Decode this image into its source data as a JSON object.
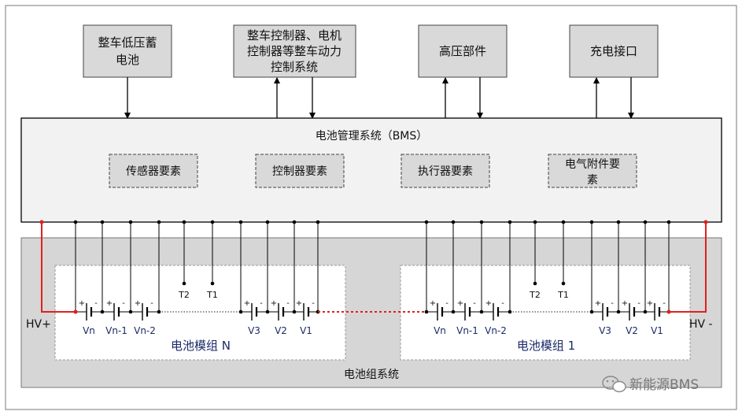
{
  "top_boxes": {
    "low_voltage_battery": [
      "整车低压蓄",
      "电池"
    ],
    "vehicle_controllers": [
      "整车控制器、电机",
      "控制器等整车动力",
      "控制系统"
    ],
    "high_voltage_parts": "高压部件",
    "charging_port": "充电接口"
  },
  "bms": {
    "title": "电池管理系统（BMS）",
    "elements": [
      "传感器要素",
      "控制器要素",
      "执行器要素",
      "电气附件要素"
    ]
  },
  "pack": {
    "title": "电池组系统",
    "hv_plus": "HV+",
    "hv_minus": "HV -",
    "module_n": {
      "title": "电池模组 N",
      "cells": [
        "Vn",
        "Vn-1",
        "Vn-2",
        "V3",
        "V2",
        "V1"
      ],
      "sensors": [
        "T2",
        "T1"
      ]
    },
    "module_1": {
      "title": "电池模组 1",
      "cells": [
        "Vn",
        "Vn-1",
        "Vn-2",
        "V3",
        "V2",
        "V1"
      ],
      "sensors": [
        "T2",
        "T1"
      ]
    },
    "cell_polarity": [
      "+",
      "-"
    ]
  },
  "watermark": "新能源BMS",
  "colors": {
    "box_fill": "#d9d9d9",
    "pack_fill": "#d6d6d6",
    "hv_wire": "#e0201c",
    "label_blue": "#1a2a66"
  }
}
